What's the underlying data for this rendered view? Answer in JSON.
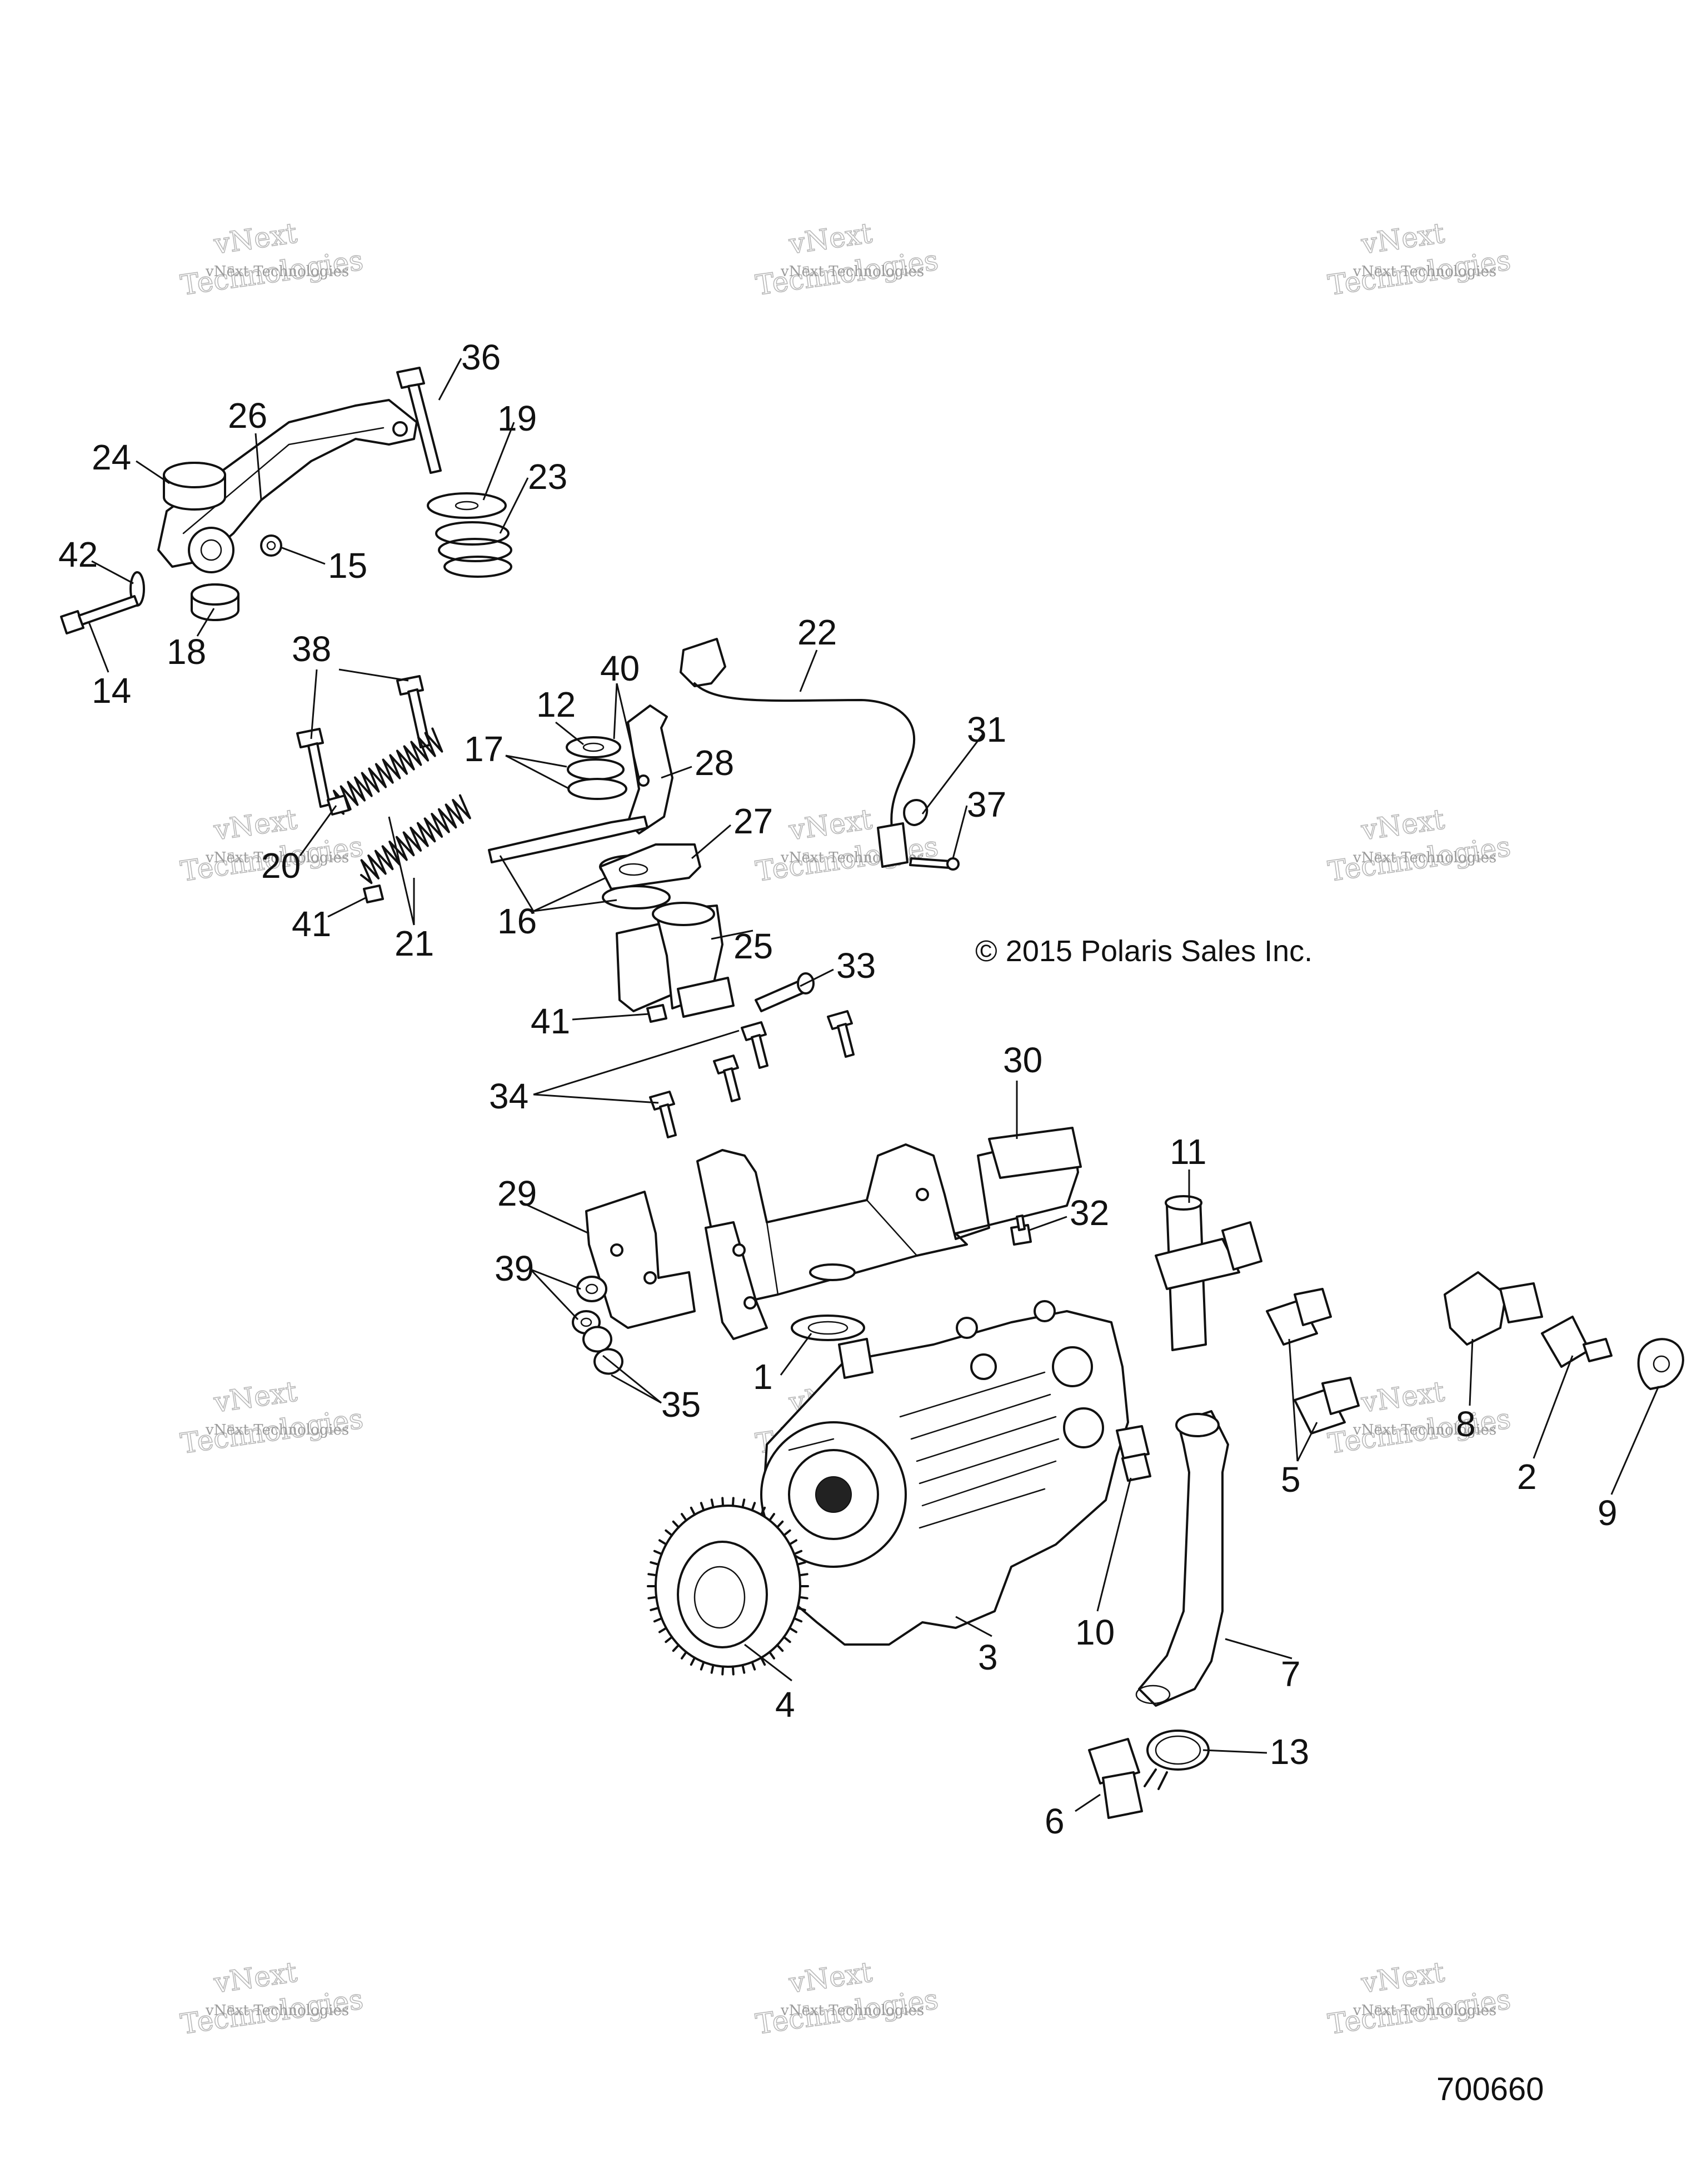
{
  "diagram": {
    "copyright": "© 2015 Polaris Sales Inc.",
    "diagram_id": "700660",
    "watermark": {
      "small": "vNext Technologies",
      "line1": "vNext",
      "line2": "Technologies"
    },
    "callouts": [
      {
        "id": "1",
        "label": "1"
      },
      {
        "id": "2",
        "label": "2"
      },
      {
        "id": "3",
        "label": "3"
      },
      {
        "id": "4",
        "label": "4"
      },
      {
        "id": "5",
        "label": "5"
      },
      {
        "id": "6",
        "label": "6"
      },
      {
        "id": "7",
        "label": "7"
      },
      {
        "id": "8",
        "label": "8"
      },
      {
        "id": "9",
        "label": "9"
      },
      {
        "id": "10",
        "label": "10"
      },
      {
        "id": "11",
        "label": "11"
      },
      {
        "id": "12",
        "label": "12"
      },
      {
        "id": "13",
        "label": "13"
      },
      {
        "id": "14",
        "label": "14"
      },
      {
        "id": "15",
        "label": "15"
      },
      {
        "id": "16",
        "label": "16"
      },
      {
        "id": "17",
        "label": "17"
      },
      {
        "id": "18",
        "label": "18"
      },
      {
        "id": "19",
        "label": "19"
      },
      {
        "id": "20",
        "label": "20"
      },
      {
        "id": "21",
        "label": "21"
      },
      {
        "id": "22",
        "label": "22"
      },
      {
        "id": "23",
        "label": "23"
      },
      {
        "id": "24",
        "label": "24"
      },
      {
        "id": "25",
        "label": "25"
      },
      {
        "id": "26",
        "label": "26"
      },
      {
        "id": "27",
        "label": "27"
      },
      {
        "id": "28",
        "label": "28"
      },
      {
        "id": "29",
        "label": "29"
      },
      {
        "id": "30",
        "label": "30"
      },
      {
        "id": "31",
        "label": "31"
      },
      {
        "id": "32",
        "label": "32"
      },
      {
        "id": "33",
        "label": "33"
      },
      {
        "id": "34",
        "label": "34"
      },
      {
        "id": "35",
        "label": "35"
      },
      {
        "id": "36",
        "label": "36"
      },
      {
        "id": "37",
        "label": "37"
      },
      {
        "id": "38",
        "label": "38"
      },
      {
        "id": "39",
        "label": "39"
      },
      {
        "id": "40",
        "label": "40"
      },
      {
        "id": "41a",
        "label": "41"
      },
      {
        "id": "41b",
        "label": "41"
      },
      {
        "id": "42",
        "label": "42"
      }
    ]
  }
}
